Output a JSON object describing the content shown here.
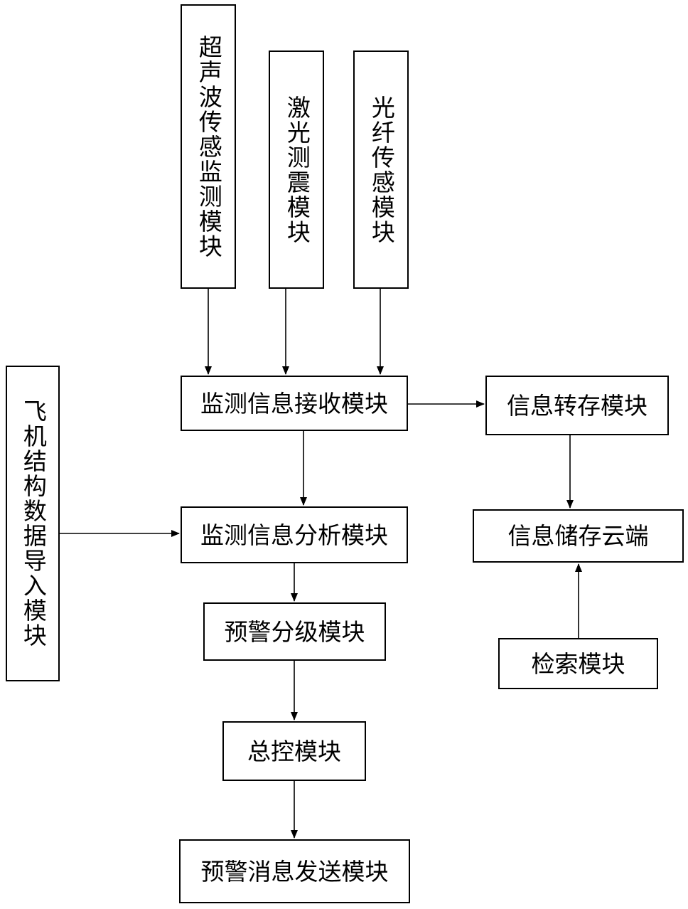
{
  "nodes": {
    "ultrasonic": "超声波传感监测模块",
    "laser": "激光测震模块",
    "fiber": "光纤传感模块",
    "receive": "监测信息接收模块",
    "transfer": "信息转存模块",
    "analysis": "监测信息分析模块",
    "cloud": "信息储存云端",
    "structure_import": "飞机结构数据导入模块",
    "grading": "预警分级模块",
    "retrieval": "检索模块",
    "master": "总控模块",
    "send": "预警消息发送模块"
  }
}
